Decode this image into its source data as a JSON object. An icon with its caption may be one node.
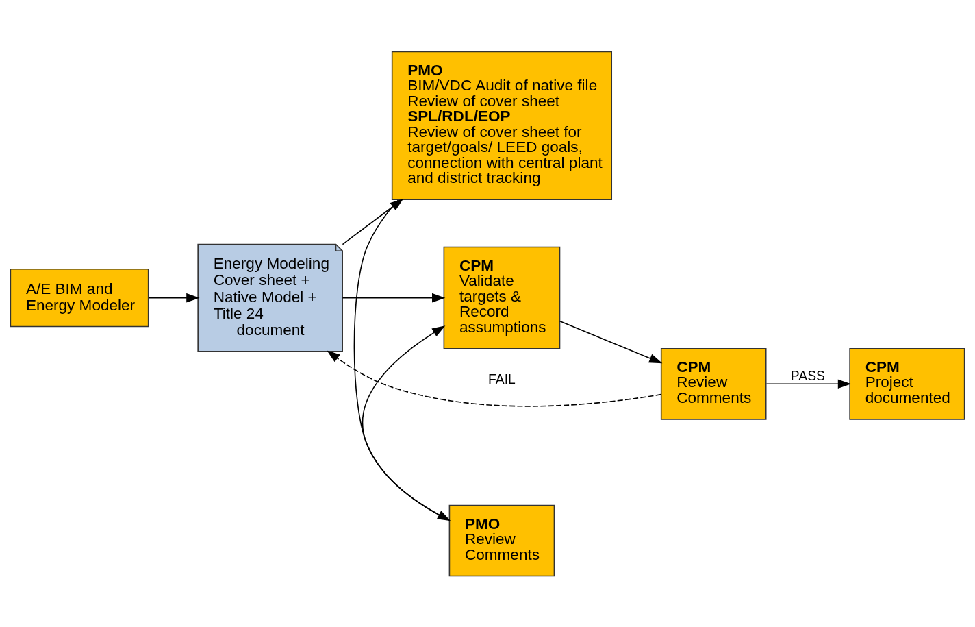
{
  "diagram": {
    "nodes": [
      {
        "text": [
          "A/E BIM and Energy Modeler"
        ]
      },
      {
        "text": [
          "Energy Modeling Cover sheet + Native Model + Title 24 document"
        ]
      },
      {
        "text": [
          "PMO",
          "BIM/VDC Audit of native file Review of cover sheet",
          "SPL/RDL/EOP",
          "Review of cover sheet for target/goals/ LEED goals, connection with central plant and district tracking"
        ]
      },
      {
        "text": [
          "PMO",
          "Review Comments"
        ]
      },
      {
        "text": [
          "CPM",
          "Validate targets & Record assumptions"
        ]
      },
      {
        "text": [
          "CPM",
          "Review Comments"
        ]
      },
      {
        "text": [
          "CPM",
          "Project documented"
        ]
      }
    ],
    "edges": [
      {
        "from": 0,
        "to": 1,
        "arrow": "to"
      },
      {
        "from": 1,
        "to": 2,
        "arrow": "to"
      },
      {
        "from": 2,
        "to": 3,
        "arrow": "to"
      },
      {
        "from": 3,
        "to": 4,
        "arrow": "to"
      },
      {
        "from": 1,
        "to": 4,
        "arrow": "to"
      },
      {
        "from": 4,
        "to": 5,
        "arrow": "to"
      },
      {
        "from": 5,
        "to": 6,
        "arrow": "to",
        "label": "PASS"
      },
      {
        "from": 5,
        "to": 1,
        "arrow": "to",
        "label": "FAIL",
        "style": "dashed"
      }
    ]
  }
}
